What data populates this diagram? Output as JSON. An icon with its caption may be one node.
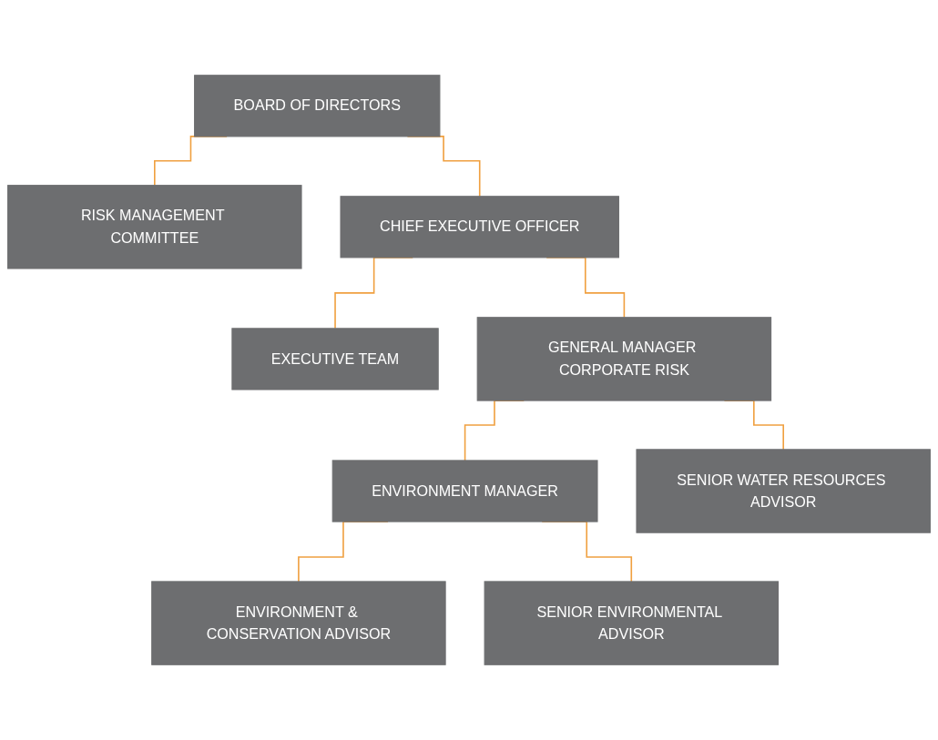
{
  "diagram": {
    "nodes": [
      {
        "text": [
          "BOARD OF DIRECTORS"
        ]
      },
      {
        "text": [
          "RISK MANAGEMENT COMMITTEE"
        ]
      },
      {
        "text": [
          "CHIEF EXECUTIVE OFFICER"
        ]
      },
      {
        "text": [
          "EXECUTIVE TEAM"
        ]
      },
      {
        "text": [
          "GENERAL MANAGER CORPORATE RISK"
        ]
      },
      {
        "text": [
          "ENVIRONMENT MANAGER"
        ]
      },
      {
        "text": [
          "ENVIRONMENT & CONSERVATION ADVISOR"
        ]
      },
      {
        "text": [
          "SENIOR ENVIRONMENTAL ADVISOR"
        ]
      },
      {
        "text": [
          "SENIOR WATER RESOURCES ADVISOR"
        ]
      }
    ],
    "edges": [
      {
        "from": 0,
        "to": 2,
        "arrow": "none"
      },
      {
        "from": 0,
        "to": 1,
        "arrow": "none"
      },
      {
        "from": 2,
        "to": 3,
        "arrow": "none"
      },
      {
        "from": 2,
        "to": 4,
        "arrow": "none"
      },
      {
        "from": 4,
        "to": 5,
        "arrow": "none"
      },
      {
        "from": 4,
        "to": 8,
        "arrow": "none"
      },
      {
        "from": 5,
        "to": 6,
        "arrow": "none"
      },
      {
        "from": 5,
        "to": 7,
        "arrow": "none"
      }
    ]
  }
}
